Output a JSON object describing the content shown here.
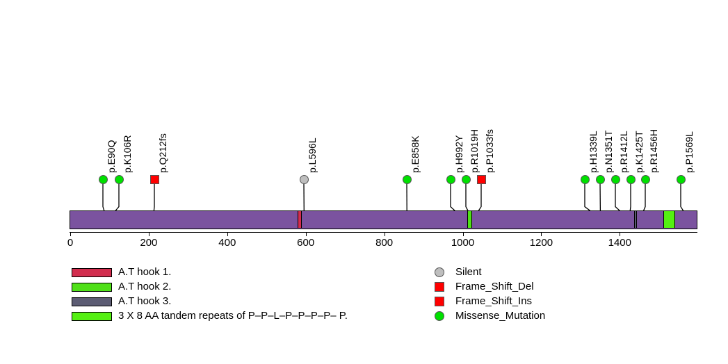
{
  "chart_data": {
    "type": "lollipop",
    "title": "",
    "xlabel": "",
    "ylabel": "",
    "xlim": [
      0,
      1600
    ],
    "grid": false,
    "legend_position": "bottom",
    "protein": {
      "length": 1600,
      "backbone_color": "#7B539F"
    },
    "axis": {
      "ticks": [
        0,
        200,
        400,
        600,
        800,
        1000,
        1200,
        1400
      ],
      "tick_labels": [
        "0",
        "200",
        "400",
        "600",
        "800",
        "1000",
        "1200",
        "1400"
      ]
    },
    "domains": [
      {
        "name": "A.T hook 1.",
        "start": 581,
        "end": 591,
        "color": "#D22D4E"
      },
      {
        "name": "A.T hook 2.",
        "start": 1013,
        "end": 1024,
        "color": "#4FE018"
      },
      {
        "name": "A.T hook 3.",
        "start": 1437,
        "end": 1445,
        "color": "#5C5C73"
      },
      {
        "name": "3 X 8 AA tandem repeats of P-P-L-P-P-P-P- P.",
        "start": 1512,
        "end": 1542,
        "color": "#54F012"
      }
    ],
    "mutations": [
      {
        "label": "p.E90Q",
        "position": 90,
        "type": "Missense_Mutation",
        "shape": "circle",
        "color": "#00E000",
        "head_x": 148
      },
      {
        "label": "p.K106R",
        "position": 106,
        "type": "Missense_Mutation",
        "shape": "circle",
        "color": "#00E000",
        "head_x": 171
      },
      {
        "label": "p.Q212fs",
        "position": 212,
        "type": "Frame_Shift_Del",
        "shape": "square",
        "color": "#FF0000",
        "head_x": 222
      },
      {
        "label": "p.L596L",
        "position": 596,
        "type": "Silent",
        "shape": "circle",
        "color": "#BEBEBE",
        "head_x": 437
      },
      {
        "label": "p.E858K",
        "position": 858,
        "type": "Missense_Mutation",
        "shape": "circle",
        "color": "#00E000",
        "head_x": 585
      },
      {
        "label": "p.H992Y",
        "position": 992,
        "type": "Missense_Mutation",
        "shape": "circle",
        "color": "#00E000",
        "head_x": 648
      },
      {
        "label": "p.R1019H",
        "position": 1019,
        "type": "Missense_Mutation",
        "shape": "circle",
        "color": "#00E000",
        "head_x": 670
      },
      {
        "label": "p.P1033fs",
        "position": 1033,
        "type": "Frame_Shift_Ins",
        "shape": "square",
        "color": "#FF0000",
        "head_x": 692
      },
      {
        "label": "p.H1339L",
        "position": 1339,
        "type": "Missense_Mutation",
        "shape": "circle",
        "color": "#00E000",
        "head_x": 841
      },
      {
        "label": "p.N1351T",
        "position": 1351,
        "type": "Missense_Mutation",
        "shape": "circle",
        "color": "#00E000",
        "head_x": 863
      },
      {
        "label": "p.R1412L",
        "position": 1412,
        "type": "Missense_Mutation",
        "shape": "circle",
        "color": "#00E000",
        "head_x": 885
      },
      {
        "label": "p.K1425T",
        "position": 1425,
        "type": "Missense_Mutation",
        "shape": "circle",
        "color": "#00E000",
        "head_x": 907
      },
      {
        "label": "p.R1456H",
        "position": 1456,
        "type": "Missense_Mutation",
        "shape": "circle",
        "color": "#00E000",
        "head_x": 928
      },
      {
        "label": "p.P1569L",
        "position": 1569,
        "type": "Missense_Mutation",
        "shape": "circle",
        "color": "#00E000",
        "head_x": 979
      }
    ]
  },
  "legend": {
    "domains": [
      {
        "label": "A.T hook 1.",
        "color": "#D22D4E"
      },
      {
        "label": "A.T hook 2.",
        "color": "#4FE018"
      },
      {
        "label": "A.T hook 3.",
        "color": "#5C5C73"
      },
      {
        "label": "3 X 8 AA tandem repeats of P–P–L–P–P–P–P– P.",
        "color": "#54F012"
      }
    ],
    "mutation_types": [
      {
        "label": "Silent",
        "color": "#BEBEBE",
        "shape": "circle"
      },
      {
        "label": "Frame_Shift_Del",
        "color": "#FF0000",
        "shape": "square"
      },
      {
        "label": "Frame_Shift_Ins",
        "color": "#FF0000",
        "shape": "square"
      },
      {
        "label": "Missense_Mutation",
        "color": "#00E000",
        "shape": "circle"
      }
    ]
  }
}
